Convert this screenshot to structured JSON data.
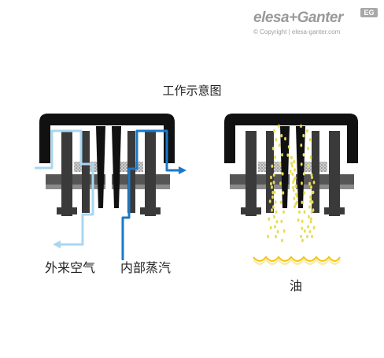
{
  "brand": {
    "name": "elesa+Ganter",
    "badge": "EG",
    "copyright": "© Copyright | elesa-ganter.com"
  },
  "diagram": {
    "title": "工作示意图",
    "labels": {
      "outside_air": "外来空气",
      "internal_steam": "内部蒸汽",
      "oil": "油"
    }
  },
  "colors": {
    "cap": "#111111",
    "body": "#3a3a3a",
    "base": "#555555",
    "filter": "#bdbdbd",
    "outside_air": "#a9d7ef",
    "internal_steam": "#1c78c6",
    "oil": "#e8dc52",
    "oil_pool": "#f1c40f"
  }
}
